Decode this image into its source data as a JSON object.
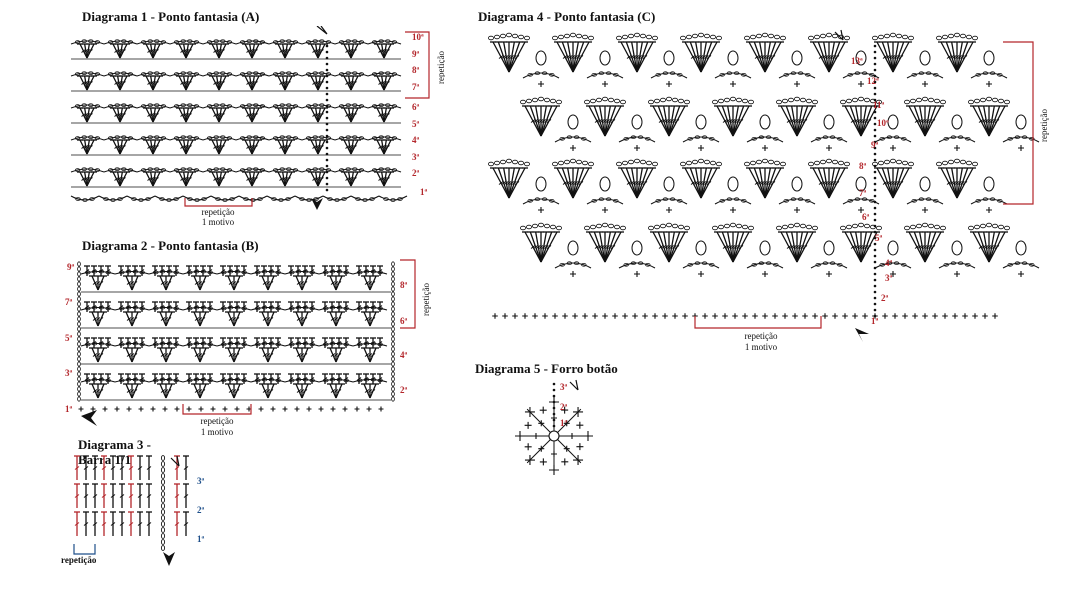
{
  "colors": {
    "ink": "#111111",
    "red": "#b3262b",
    "blue": "#1e4f8a"
  },
  "d1": {
    "title": "Diagrama 1 - Ponto fantasia (A)",
    "rows": [
      "10ª",
      "9ª",
      "8ª",
      "7ª",
      "6ª",
      "5ª",
      "4ª",
      "3ª",
      "2ª",
      "1ª"
    ],
    "rep_side": "repetição",
    "rep_bottom_1": "repetição",
    "rep_bottom_2": "1 motivo"
  },
  "d2": {
    "title": "Diagrama 2 - Ponto fantasia (B)",
    "rows_left": [
      "9ª",
      "7ª",
      "5ª",
      "3ª",
      "1ª"
    ],
    "rows_right": [
      "8ª",
      "6ª",
      "4ª",
      "2ª"
    ],
    "rep_side": "repetição",
    "rep_bottom_1": "repetição",
    "rep_bottom_2": "1 motivo"
  },
  "d3": {
    "title_1": "Diagrama 3 -",
    "title_2": "Barra 1/1",
    "rows": [
      "3ª",
      "2ª",
      "1ª"
    ],
    "rep": "repetição"
  },
  "d4": {
    "title": "Diagrama 4 - Ponto fantasia (C)",
    "rows": [
      "13ª",
      "12ª",
      "11ª",
      "10ª",
      "9ª",
      "8ª",
      "7ª",
      "6ª",
      "5ª",
      "4ª",
      "3ª",
      "2ª",
      "1ª"
    ],
    "rep_side": "repetição",
    "rep_bottom_1": "repetição",
    "rep_bottom_2": "1 motivo"
  },
  "d5": {
    "title": "Diagrama 5 - Forro botão",
    "rows": [
      "3ª",
      "2ª",
      "1ª"
    ]
  }
}
